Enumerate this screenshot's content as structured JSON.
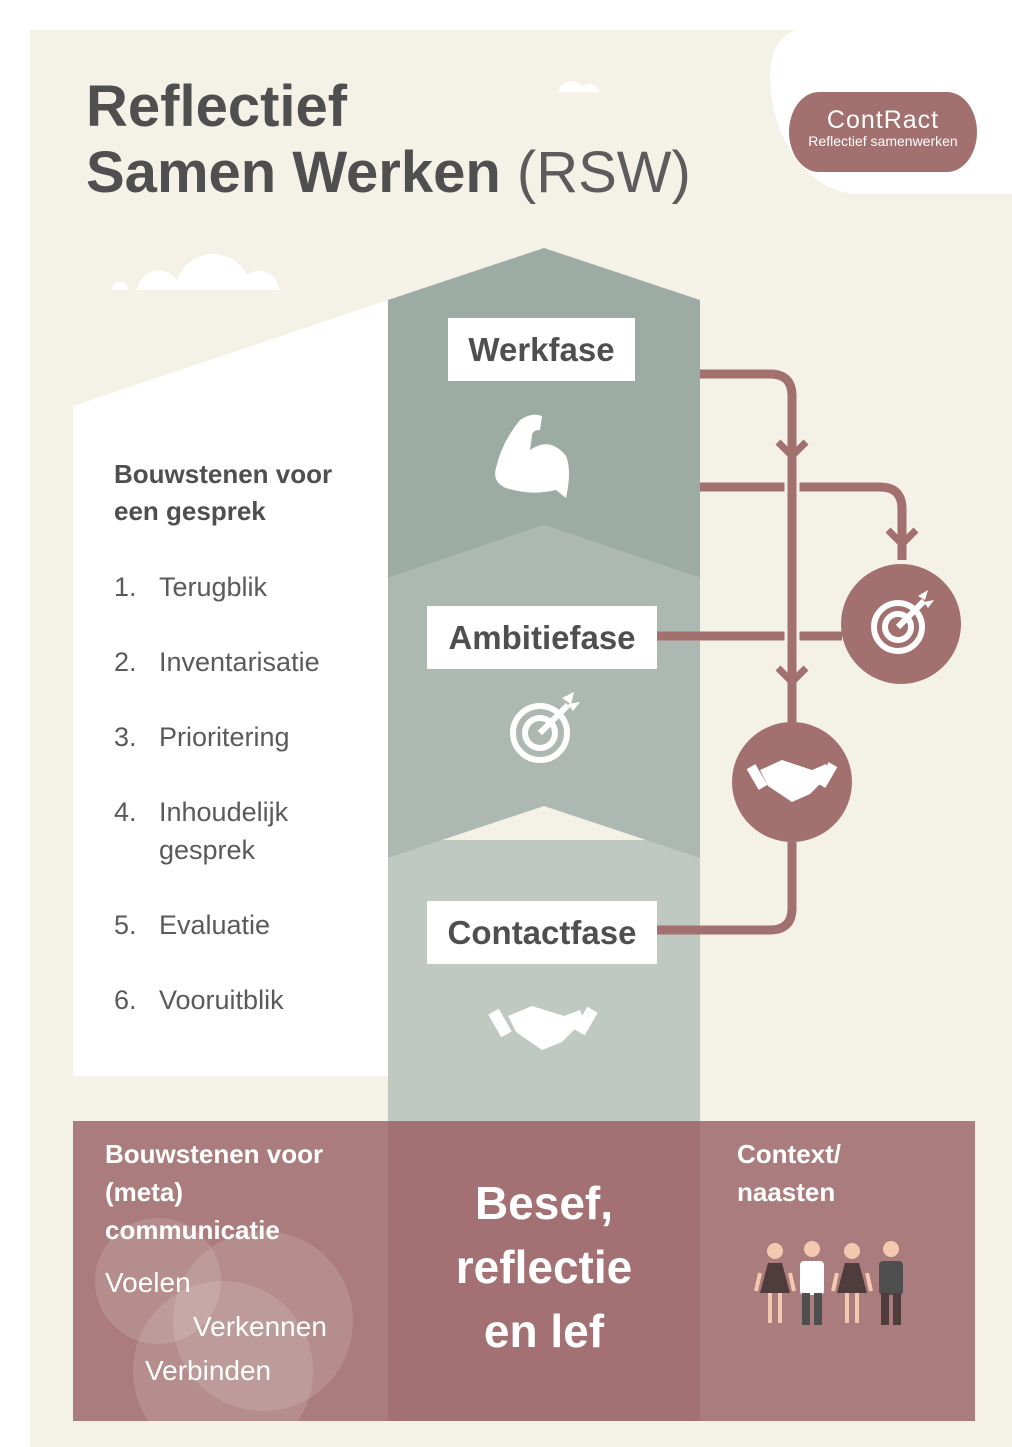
{
  "title": {
    "line1": "Reflectief",
    "line2_bold": "Samen Werken",
    "line2_thin": "(RSW)"
  },
  "logo": {
    "name": "ContRact",
    "subtitle": "Reflectief samenwerken"
  },
  "building_blocks": {
    "heading": "Bouwstenen voor een gesprek",
    "steps": [
      {
        "num": "1.",
        "label": "Terugblik"
      },
      {
        "num": "2.",
        "label": "Inventarisatie"
      },
      {
        "num": "3.",
        "label": "Prioritering"
      },
      {
        "num": "4.",
        "label": "Inhoudelijk gesprek"
      },
      {
        "num": "5.",
        "label": "Evaluatie"
      },
      {
        "num": "6.",
        "label": "Vooruitblik"
      }
    ]
  },
  "phases": {
    "werkfase": {
      "label": "Werkfase",
      "icon": "flexed-arm-icon"
    },
    "ambitiefase": {
      "label": "Ambitiefase",
      "icon": "target-icon"
    },
    "contactfase": {
      "label": "Contactfase",
      "icon": "handshake-icon"
    }
  },
  "bottom": {
    "left": {
      "heading": "Bouwstenen voor (meta) communicatie",
      "items": [
        "Voelen",
        "Verkennen",
        "Verbinden"
      ]
    },
    "center": {
      "line1": "Besef,",
      "line2": "reflectie",
      "line3": "en lef"
    },
    "right": {
      "heading": "Context/ naasten",
      "icon": "people-group-icon"
    }
  },
  "colors": {
    "background": "#f4f1e6",
    "werkfase": "#9bab a2",
    "ambitiefase": "#adb8b2",
    "contactfase": "#c0c8c2",
    "accent": "#a2706f",
    "text": "#4f4f4f"
  }
}
